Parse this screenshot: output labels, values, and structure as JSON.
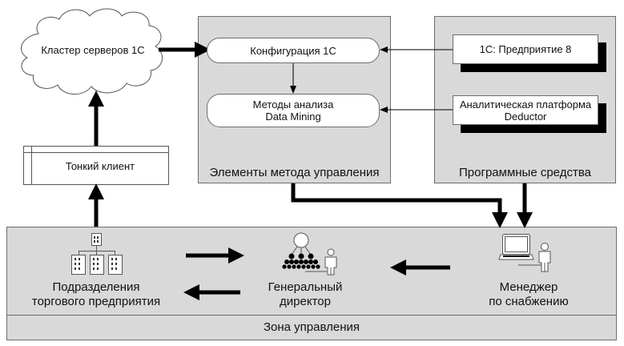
{
  "cloud": {
    "label": "Кластер серверов 1С"
  },
  "thin_client": {
    "label": "Тонкий клиент"
  },
  "method_panel": {
    "title": "Элементы метода управления",
    "items": [
      {
        "label": "Конфигурация 1С"
      },
      {
        "label_line1": "Методы анализа",
        "label_line2": "Data Mining"
      }
    ]
  },
  "software_panel": {
    "title": "Программные средства",
    "items": [
      {
        "label": "1С: Предприятие 8"
      },
      {
        "label_line1": "Аналитическая платформа",
        "label_line2": "Deductor"
      }
    ]
  },
  "control_zone": {
    "title": "Зона управления",
    "actors": [
      {
        "name_line1": "Подразделения",
        "name_line2": "торгового предприятия",
        "icon": "org-chart-icon"
      },
      {
        "name_line1": "Генеральный",
        "name_line2": "директор",
        "icon": "hierarchy-person-icon"
      },
      {
        "name_line1": "Менеджер",
        "name_line2": "по снабжению",
        "icon": "laptop-person-icon"
      }
    ]
  }
}
